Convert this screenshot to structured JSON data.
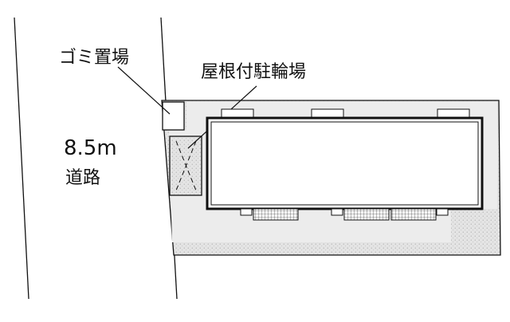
{
  "site_plan": {
    "road_width": "8.5m",
    "road_label": "道路",
    "garbage_label": "ゴミ置場",
    "bike_parking_label": "屋根付駐輪場"
  },
  "colors": {
    "line": "#111111",
    "site_fill": "#e6e6e6",
    "building_fill": "#ffffff"
  }
}
